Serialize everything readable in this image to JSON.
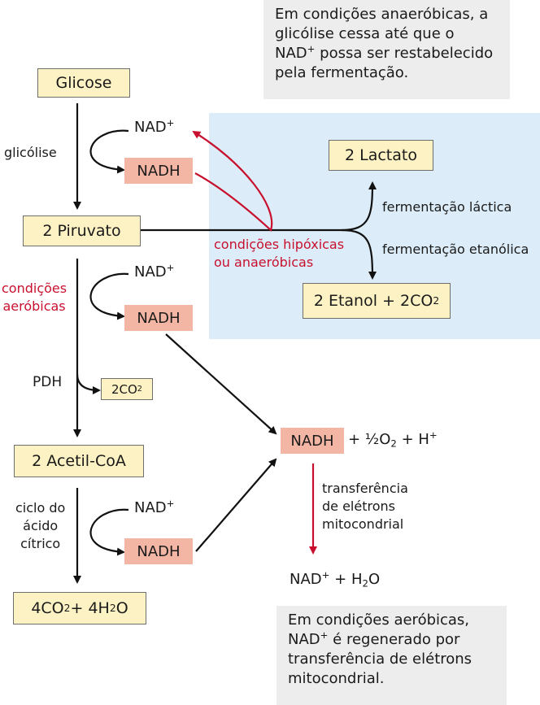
{
  "notes": {
    "top": {
      "line1": "Em condições anaeróbicas, a",
      "line2": "glicólise cessa até que o",
      "line3_pre": "NAD",
      "line3_sup": "+",
      "line3_post": " possa ser restabelecido",
      "line4": "pela fermentação."
    },
    "bottom": {
      "line1": "Em condições aeróbicas,",
      "line2_pre": "NAD",
      "line2_sup": "+",
      "line2_post": " é regenerado por",
      "line3": "transferência de elétrons",
      "line4": "mitocondrial."
    }
  },
  "boxes": {
    "glicose": "Glicose",
    "piruvato": "2 Piruvato",
    "acetil": "2 Acetil-CoA",
    "final_a": "4CO",
    "final_a_sub": "2",
    "final_b": " + 4H",
    "final_b_sub": "2",
    "final_c": "O",
    "lactato": "2 Lactato",
    "etanol_a": "2 Etanol + 2CO",
    "etanol_sub": "2",
    "co2": "2CO",
    "co2_sub": "2"
  },
  "cofactors": {
    "nad": "NAD",
    "nad_sup": "+",
    "nadh": "NADH"
  },
  "labels": {
    "glicolise": "glicólise",
    "cond_aerobicas_1": "condições",
    "cond_aerobicas_2": "aeróbicas",
    "pdh": "PDH",
    "ciclo_1": "ciclo do",
    "ciclo_2": "ácido",
    "ciclo_3": "cítrico",
    "ferm_lactica": "fermentação láctica",
    "ferm_etanolica": "fermentação etanólica",
    "hipoxicas_1": "condições hipóxicas",
    "hipoxicas_2": "ou anaeróbicas",
    "transf_1": "transferência",
    "transf_2": "de elétrons",
    "transf_3": "mitocondrial"
  },
  "mito": {
    "nadh": "NADH",
    "rest_a": " + ½O",
    "rest_sub": "2",
    "rest_b": " + H",
    "rest_sup": "+",
    "product_a": "NAD",
    "product_sup": "+",
    "product_b": " + H",
    "product_sub": "2",
    "product_c": "O"
  },
  "colors": {
    "yellow_box": "#fdf2c4",
    "pink_box": "#f4b6a4",
    "blue_region": "#dcedf9",
    "note_bg": "#ededed",
    "red": "#c8102e"
  }
}
